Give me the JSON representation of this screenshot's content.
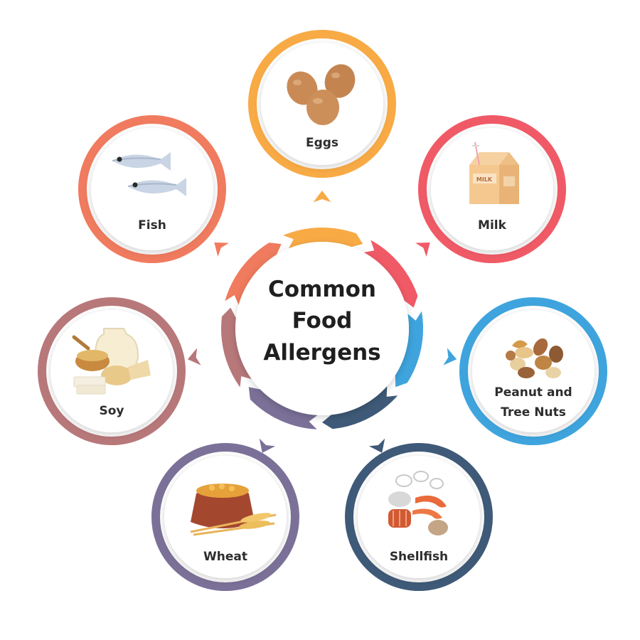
{
  "title": {
    "lines": [
      "Common",
      "Food",
      "Allergens"
    ]
  },
  "nodes": [
    {
      "id": "eggs",
      "label_lines": [
        "Eggs"
      ],
      "color": "#F8AA45",
      "icon": "eggs-icon"
    },
    {
      "id": "milk",
      "label_lines": [
        "Milk"
      ],
      "color": "#F05A66",
      "icon": "milk-carton-icon"
    },
    {
      "id": "nuts",
      "label_lines": [
        "Peanut and",
        "Tree Nuts"
      ],
      "color": "#3FA4DD",
      "icon": "nuts-icon"
    },
    {
      "id": "shellfish",
      "label_lines": [
        "Shellfish"
      ],
      "color": "#3F5A78",
      "icon": "shrimp-icon"
    },
    {
      "id": "wheat",
      "label_lines": [
        "Wheat"
      ],
      "color": "#7B7198",
      "icon": "wheat-sack-icon"
    },
    {
      "id": "soy",
      "label_lines": [
        "Soy"
      ],
      "color": "#B8787A",
      "icon": "soy-products-icon"
    },
    {
      "id": "fish",
      "label_lines": [
        "Fish"
      ],
      "color": "#F07B5E",
      "icon": "fish-icon"
    }
  ]
}
